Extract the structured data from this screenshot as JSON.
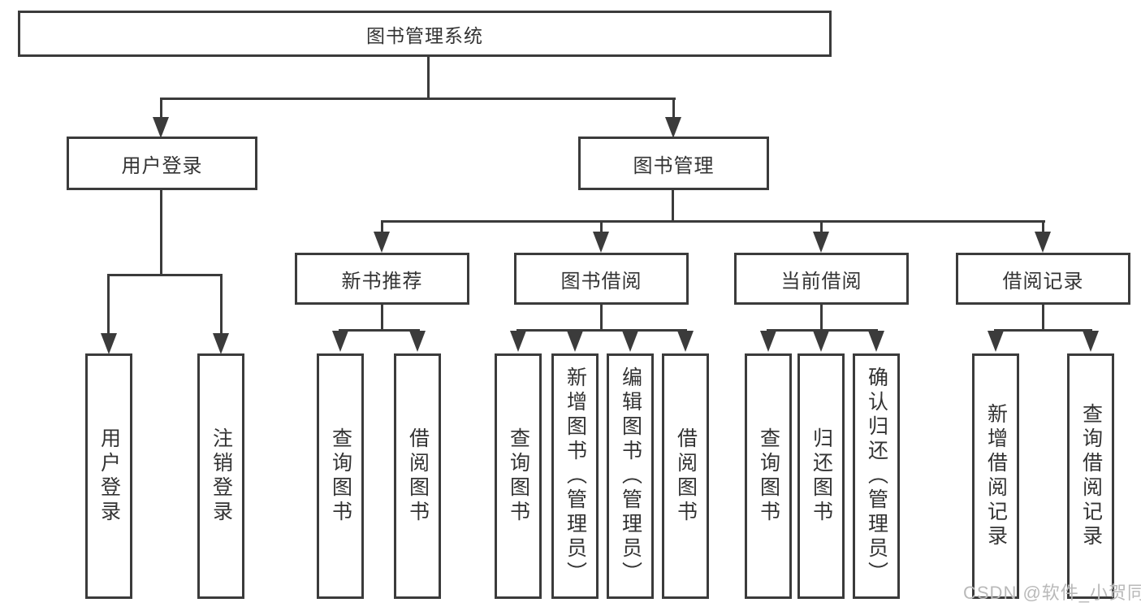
{
  "tree": {
    "root": "图书管理系统",
    "children": [
      {
        "label": "用户登录",
        "leaves": [
          "用户登录",
          "注销登录"
        ]
      },
      {
        "label": "图书管理",
        "children": [
          {
            "label": "新书推荐",
            "leaves": [
              "查询图书",
              "借阅图书"
            ]
          },
          {
            "label": "图书借阅",
            "leaves": [
              "查询图书",
              "新增图书（管理员）",
              "编辑图书（管理员）",
              "借阅图书"
            ]
          },
          {
            "label": "当前借阅",
            "leaves": [
              "查询图书",
              "归还图书",
              "确认归还（管理员）"
            ]
          },
          {
            "label": "借阅记录",
            "leaves": [
              "新增借阅记录",
              "查询借阅记录"
            ]
          }
        ]
      }
    ]
  },
  "watermark": "CSDN @软件_小贺同学",
  "colors": {
    "line": "#3b3b3b",
    "text": "#333333",
    "watermark": "#b9b9b9",
    "bg": "#ffffff"
  }
}
